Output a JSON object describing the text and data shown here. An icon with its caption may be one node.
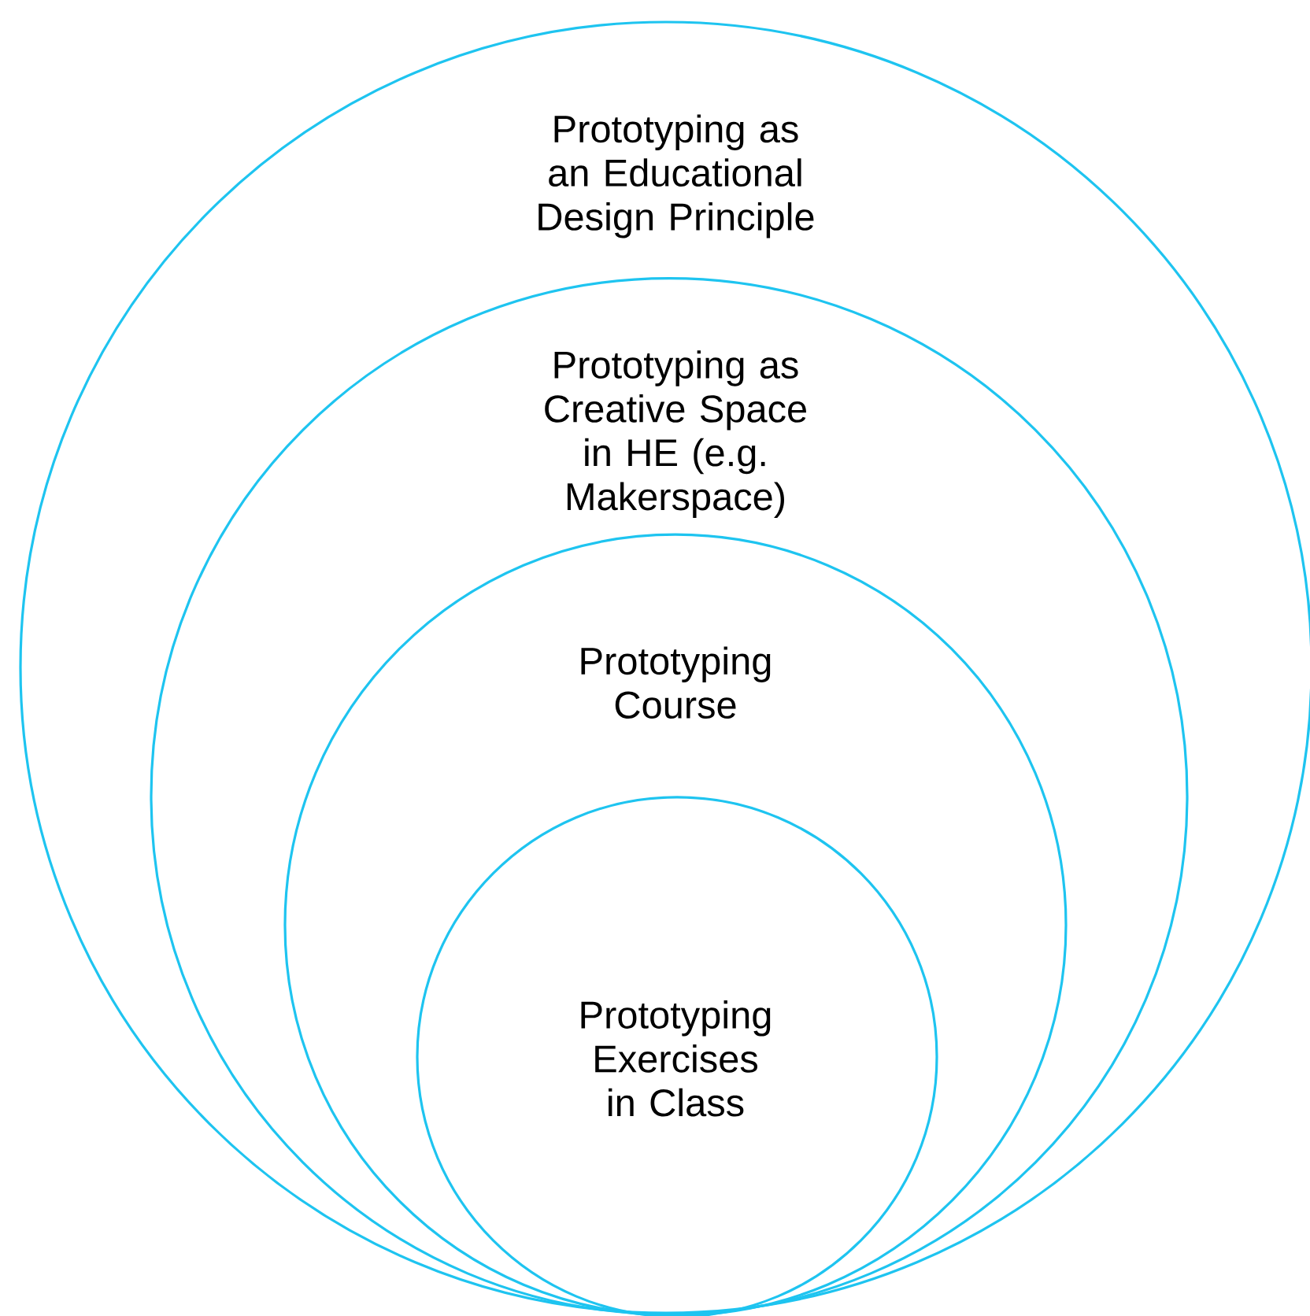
{
  "diagram": {
    "nodes": [
      {
        "text": [
          "Prototyping as an Educational Design Principle"
        ]
      },
      {
        "text": [
          "Prototyping as Creative Space in HE (e.g. Makerspace)"
        ],
        "in": 0
      },
      {
        "text": [
          "Prototyping Course"
        ],
        "in": 1
      },
      {
        "text": [
          "Prototyping Exercises in Class"
        ],
        "in": 2
      }
    ]
  }
}
